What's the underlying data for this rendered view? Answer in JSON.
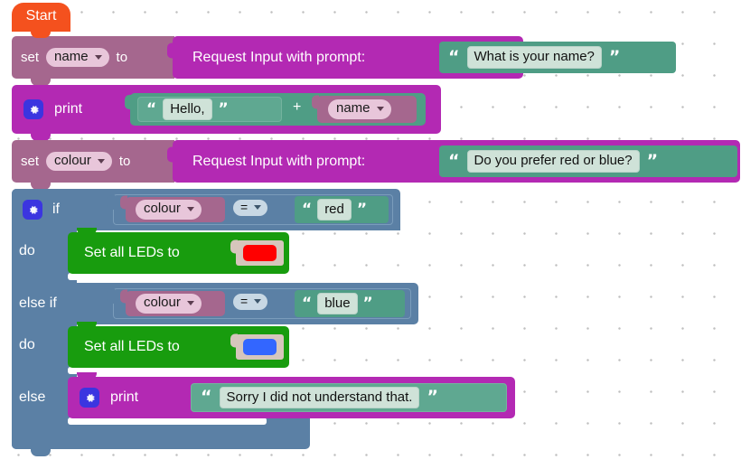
{
  "workspace": {
    "app": "blockly-workspace",
    "background": "#ffffff",
    "grid_color": "#bfbfbf"
  },
  "colors": {
    "start": "#f4511e",
    "variable": "#a5678e",
    "variable_field": "#e8c6da",
    "text_io": "#b329b3",
    "string": "#4f9d85",
    "string_field": "#cfe2d8",
    "logic": "#5b80a5",
    "operator_field": "#c8d8e4",
    "led": "#189c0e",
    "colour_swatch_frame": "#d6c6bc",
    "red_swatch": "#ff0000",
    "blue_swatch": "#3366ff",
    "gear_badge": "#3b35e0"
  },
  "blocks": {
    "start": {
      "label": "Start"
    },
    "set_name": {
      "set_label": "set",
      "variable": "name",
      "to_label": "to",
      "value_block": {
        "label": "Request Input with prompt:",
        "prompt": "What is your name?"
      }
    },
    "print_hello": {
      "gear": "gear-icon",
      "label": "print",
      "left_string": "Hello,",
      "operator": "+",
      "right_variable": "name"
    },
    "set_colour": {
      "set_label": "set",
      "variable": "colour",
      "to_label": "to",
      "value_block": {
        "label": "Request Input with prompt:",
        "prompt": "Do you prefer red or blue?"
      }
    },
    "if_block": {
      "gear": "gear-icon",
      "if_label": "if",
      "do_label": "do",
      "else_if_label": "else if",
      "do2_label": "do",
      "else_label": "else",
      "condition_1": {
        "variable": "colour",
        "operator": "=",
        "value": "red"
      },
      "condition_2": {
        "variable": "colour",
        "operator": "=",
        "value": "blue"
      },
      "then_1": {
        "label": "Set all LEDs to",
        "colour_name": "red-swatch"
      },
      "then_2": {
        "label": "Set all LEDs to",
        "colour_name": "blue-swatch"
      },
      "else_body": {
        "gear": "gear-icon",
        "label": "print",
        "string": "Sorry I did not understand that."
      }
    }
  }
}
